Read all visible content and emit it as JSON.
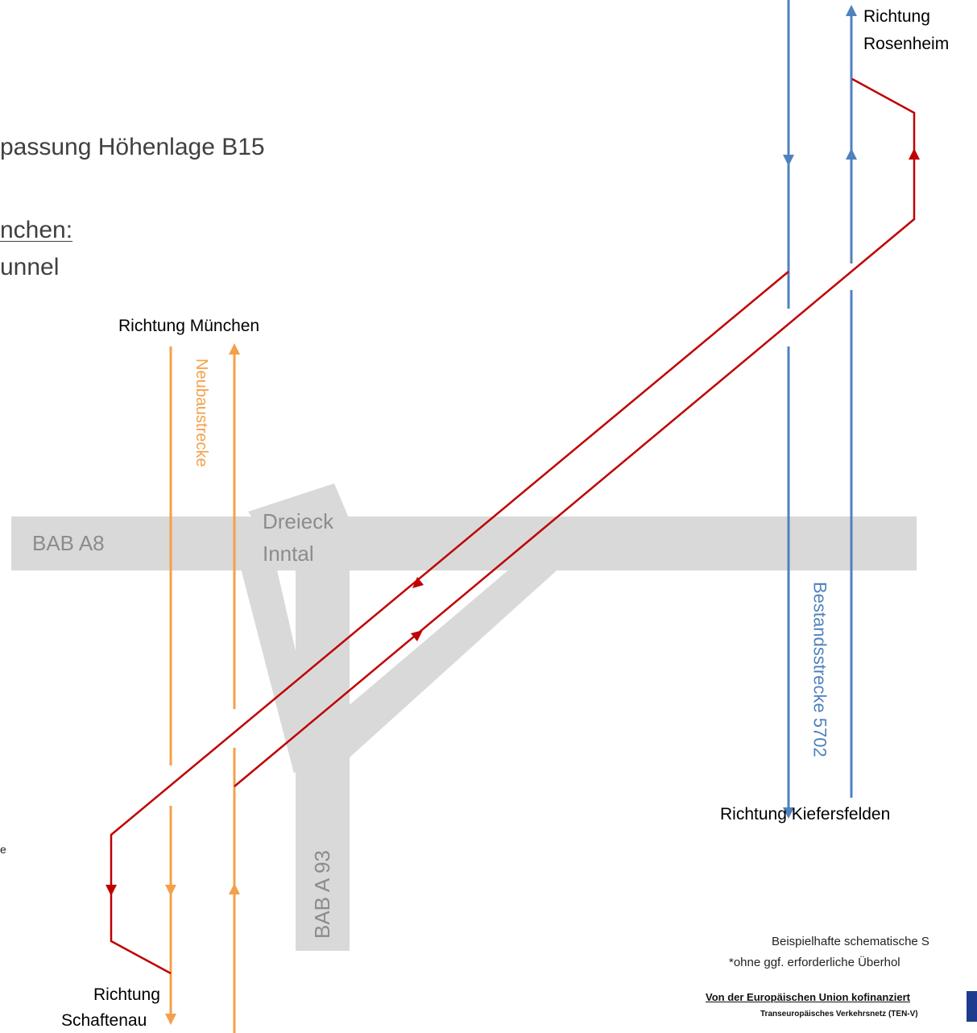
{
  "heading": {
    "line1": "passung Höhenlage B15",
    "line2": "nchen:",
    "line3": "unnel"
  },
  "labels": {
    "richtung_muenchen": "Richtung München",
    "neubaustrecke": "Neubaustrecke",
    "bab_a8": "BAB A8",
    "dreieck": "Dreieck",
    "inntal": "Inntal",
    "bab_a93": "BAB A 93",
    "richtung": "Richtung",
    "rosenheim": "Rosenheim",
    "bestandsstrecke": "Bestandsstrecke 5702",
    "richtung_kiefersfelden": "Richtung Kiefersfelden",
    "richtung_schaftenau_1": "Richtung",
    "richtung_schaftenau_2": "Schaftenau",
    "left_fragment": "e"
  },
  "footnotes": {
    "line1": "Beispielhafte schematische S",
    "line2": "*ohne ggf. erforderliche Überhol"
  },
  "eu": {
    "line1": "Von der Europäischen Union kofinanziert",
    "line2": "Transeuropäisches Verkehrsnetz (TEN-V)"
  },
  "colors": {
    "orange": "#f4a04a",
    "blue": "#4f81bd",
    "red": "#c00000",
    "road": "#d9d9d9"
  }
}
